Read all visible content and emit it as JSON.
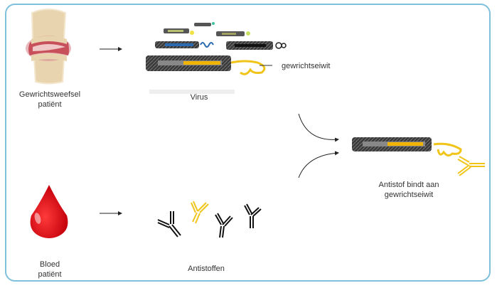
{
  "diagram": {
    "nodes": {
      "joint_tissue": {
        "label_line1": "Gewrichtsweefsel",
        "label_line2": "patiënt"
      },
      "blood": {
        "label_line1": "Bloed",
        "label_line2": "patiënt"
      },
      "virus": {
        "label": "Virus",
        "callout": "gewrichtseiwit"
      },
      "antibodies": {
        "label": "Antistoffen"
      },
      "result": {
        "label_line1": "Antistof bindt aan",
        "label_line2": "gewrichtseiwit"
      }
    },
    "colors": {
      "frame": "#7fc0dc",
      "virus_body": "#3d3d3d",
      "protein_yellow": "#f0c419",
      "blood_red": "#e0141e",
      "bone": "#e8d5b0",
      "inflammation": "#c8505a"
    },
    "icons": [
      "knee-joint-icon",
      "blood-drop-icon",
      "virus-phage-icon",
      "antibody-icon",
      "arrow-right-icon",
      "curved-arrow-icon"
    ]
  }
}
